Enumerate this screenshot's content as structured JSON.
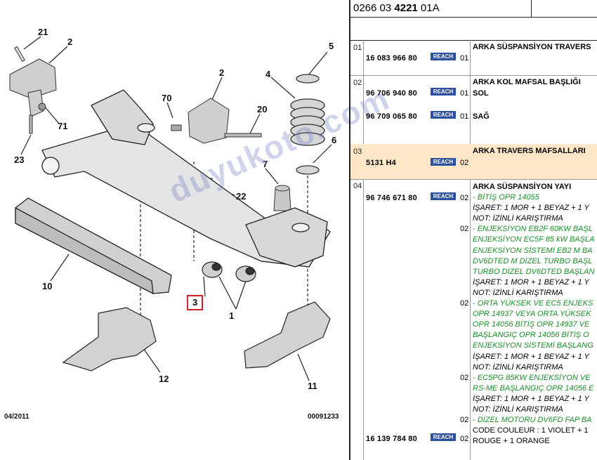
{
  "diagram": {
    "callouts": [
      "21",
      "2",
      "5",
      "2",
      "4",
      "70",
      "20",
      "71",
      "23",
      "6",
      "7",
      "22",
      "10",
      "3",
      "1",
      "12",
      "11"
    ],
    "date": "04/2011",
    "code": "00091233",
    "watermark": "duyukoto.com"
  },
  "table": {
    "ref_prefix": "0266 03 ",
    "ref_bold": "4221",
    "ref_suffix": " 01A",
    "reach_label": "REACH",
    "rows": [
      {
        "idx": "01",
        "pn": "16 083 966 80",
        "qty": "01",
        "desc": "ARKA SÜSPANSİYON TRAVERS"
      },
      {
        "idx": "02",
        "pn": "96 706 940 80",
        "qty": "01",
        "desc": "ARKA KOL MAFSAL BAŞLIĞI",
        "desc2": "SOL"
      },
      {
        "pn": "96 709 065 80",
        "qty": "01",
        "desc": "SAĞ"
      },
      {
        "idx": "03",
        "pn": "5131 H4",
        "qty": "02",
        "desc": "ARKA TRAVERS MAFSALLARI"
      },
      {
        "idx": "04",
        "pn": "96 746 671 80",
        "qty": "02",
        "desc": "ARKA SÜSPANSİYON YAYI"
      },
      {
        "pn": "16 139 784 80",
        "qty": "02"
      }
    ],
    "notes": [
      {
        "t": "- BİTİŞ OPR 14055",
        "c": "green"
      },
      {
        "t": "İŞARET: 1 MOR + 1 BEYAZ + 1 Y",
        "c": "it"
      },
      {
        "t": "NOT: İZİNLİ KARIŞTIRMA",
        "c": "it"
      },
      {
        "t": "- ENJEKSİYON EB2F 60KW BAŞL",
        "c": "green",
        "q": "02"
      },
      {
        "t": "ENJEKSİYON EC5F 85 kW BAŞLA",
        "c": "green"
      },
      {
        "t": "ENJEKSİYON SİSTEMİ EB2 M BA",
        "c": "green"
      },
      {
        "t": "DV6DTED M DİZEL TURBO BAŞL",
        "c": "green"
      },
      {
        "t": "TURBO DİZEL DV6DTED BAŞLAN",
        "c": "green"
      },
      {
        "t": "İŞARET: 1 MOR + 1 BEYAZ + 1 Y",
        "c": "it"
      },
      {
        "t": "NOT: İZİNLİ KARIŞTIRMA",
        "c": "it"
      },
      {
        "t": "- ORTA YÜKSEK VE EC5 ENJEKS",
        "c": "green",
        "q": "02"
      },
      {
        "t": "OPR 14937 VEYA ORTA YÜKSEK",
        "c": "green"
      },
      {
        "t": "OPR 14056 BİTİŞ OPR 14937 VE",
        "c": "green"
      },
      {
        "t": "BAŞLANGIÇ OPR 14056 BİTİŞ O",
        "c": "green"
      },
      {
        "t": "ENJEKSİYON SİSTEMİ BAŞLANG",
        "c": "green"
      },
      {
        "t": "İŞARET: 1 MOR + 1 BEYAZ + 1 Y",
        "c": "it"
      },
      {
        "t": "NOT: İZİNLİ KARIŞTIRMA",
        "c": "it"
      },
      {
        "t": "- EC5PG 85KW ENJEKSİYON VE",
        "c": "green",
        "q": "02"
      },
      {
        "t": "RS-ME BAŞLANGIÇ OPR 14056 E",
        "c": "green"
      },
      {
        "t": "İŞARET: 1 MOR + 1 BEYAZ + 1 Y",
        "c": "it"
      },
      {
        "t": "NOT: İZİNLİ KARIŞTIRMA",
        "c": "it"
      },
      {
        "t": "- DİZEL MOTORU DV6FD FAP BA",
        "c": "green",
        "q": "02"
      },
      {
        "t": "CODE COULEUR : 1 VIOLET + 1",
        "c": ""
      },
      {
        "t": "ROUGE + 1 ORANGE",
        "c": ""
      }
    ]
  }
}
